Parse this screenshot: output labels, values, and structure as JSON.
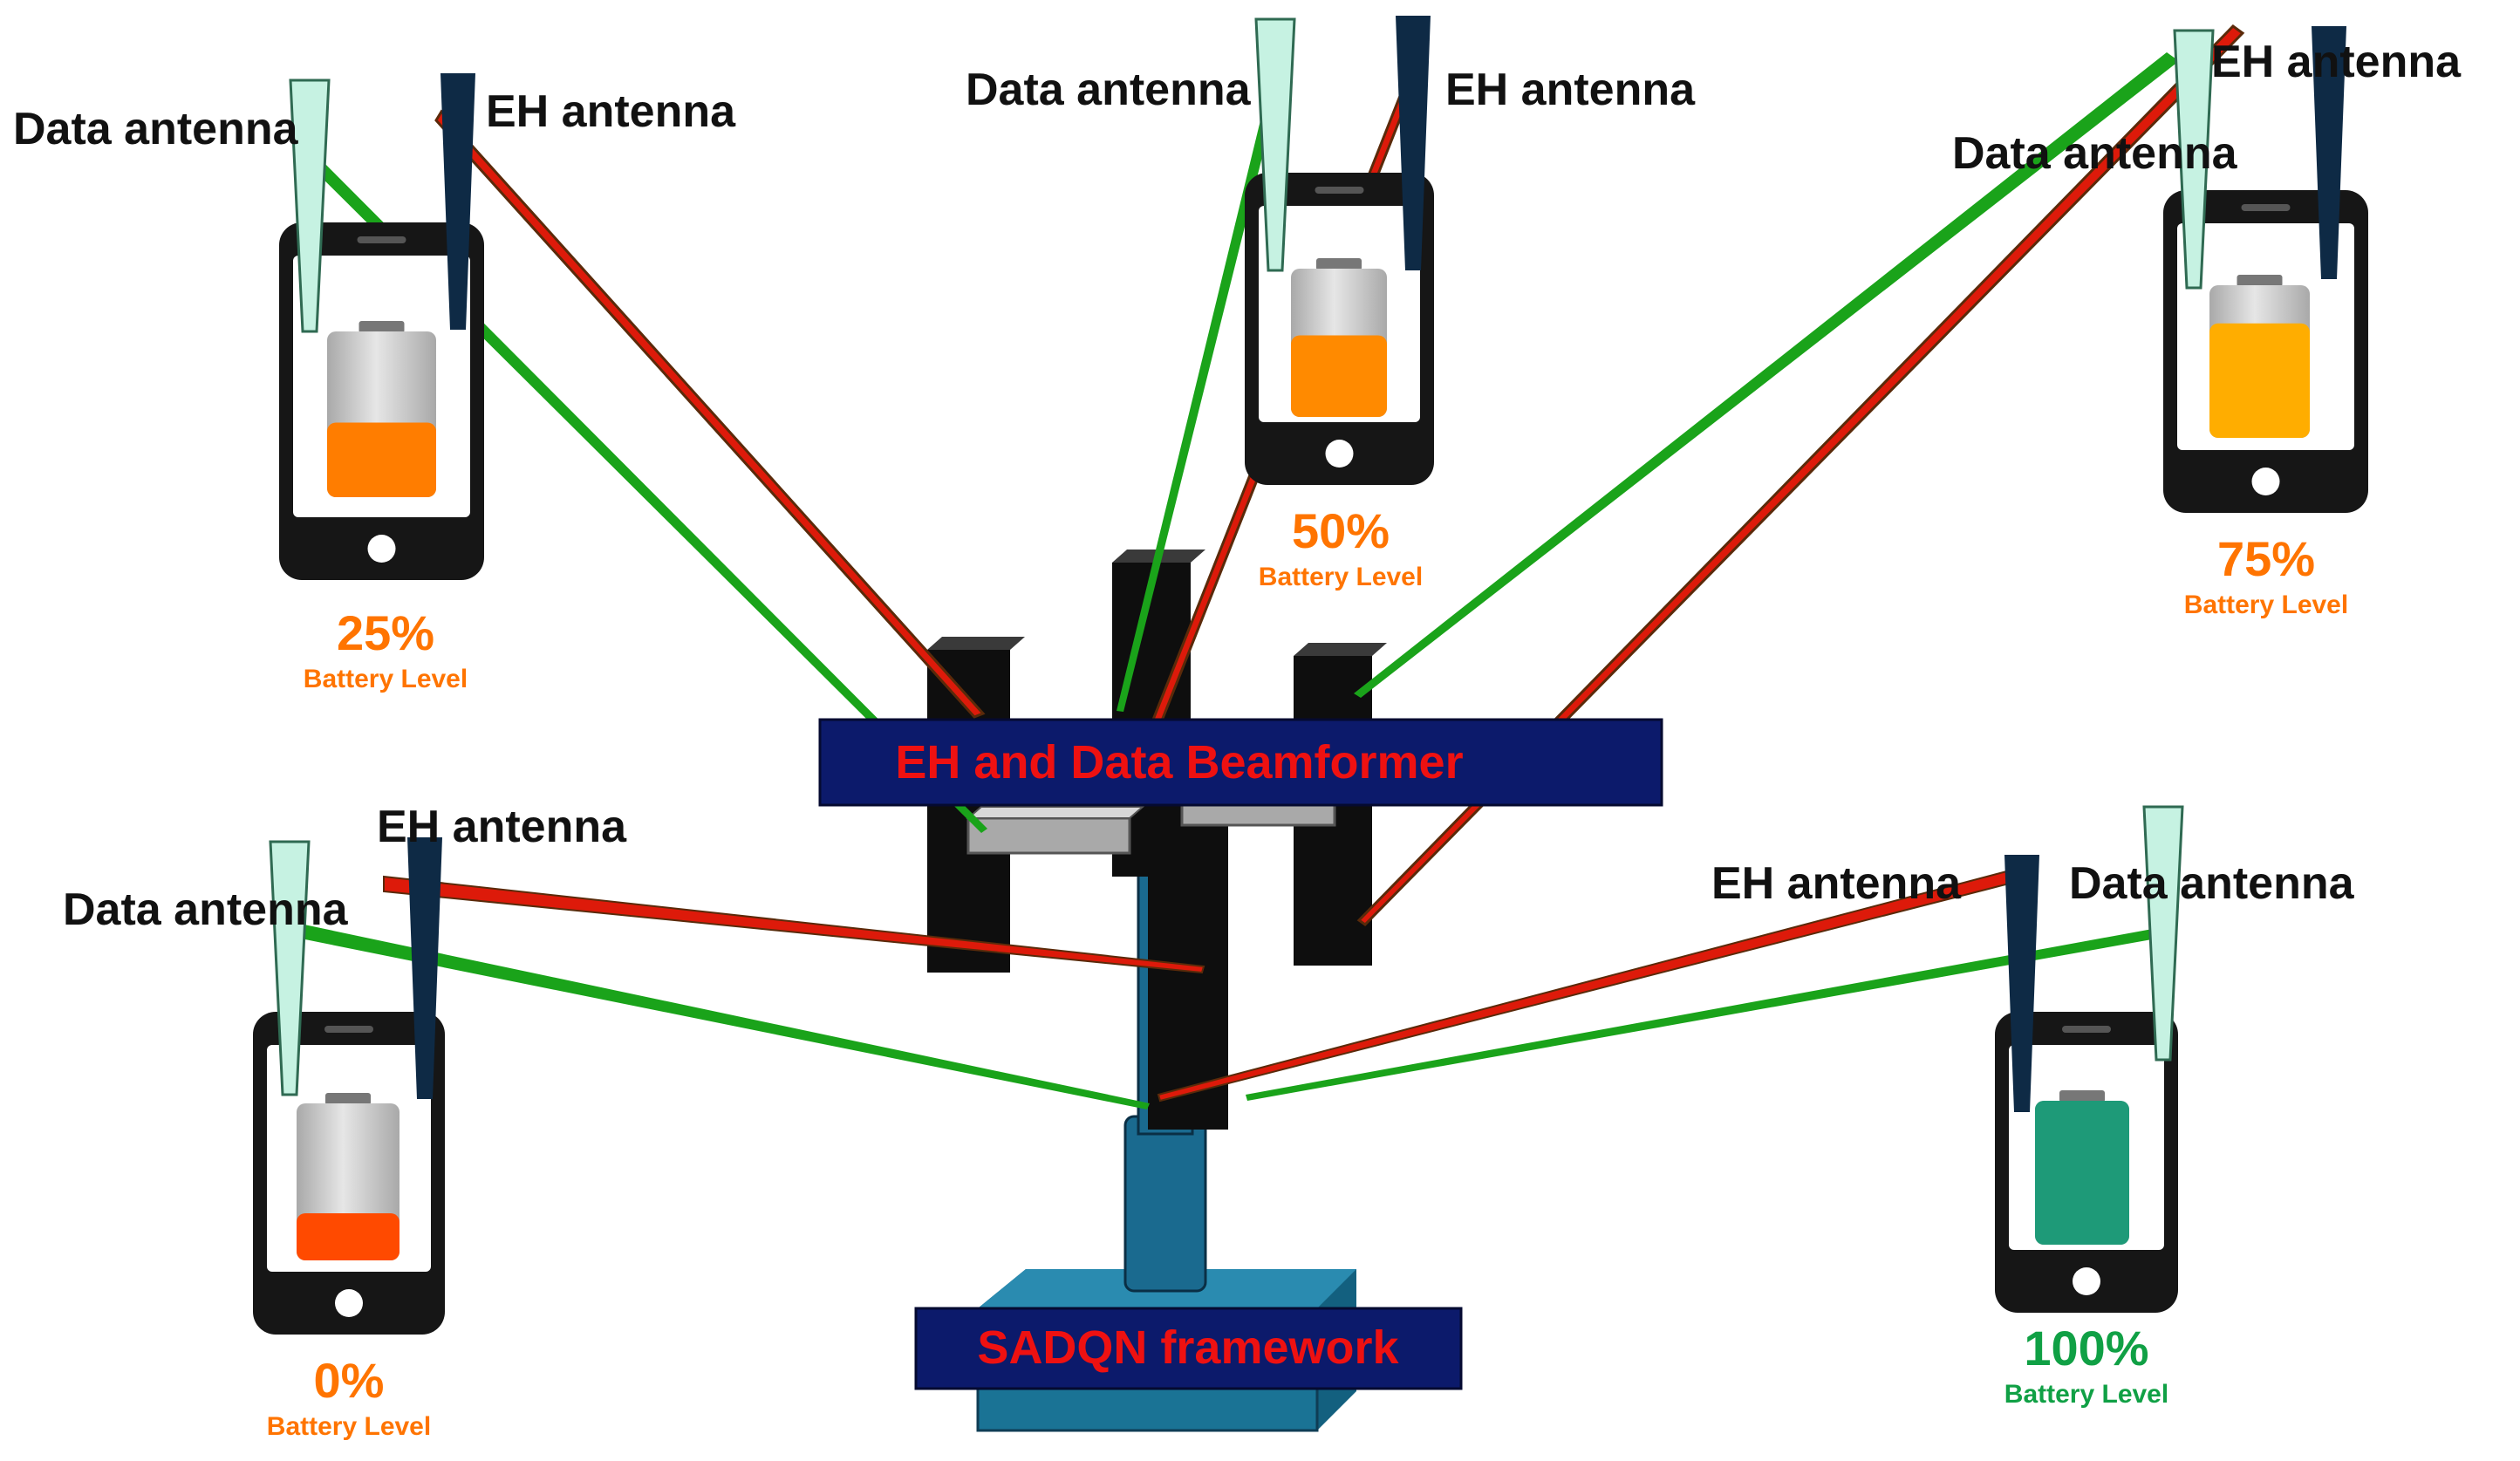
{
  "colors": {
    "eh_beam": "#dd1a0a",
    "data_beam": "#1aa31a",
    "data_antenna": "#c6f2e2",
    "eh_antenna": "#0e2a45",
    "label_box": "#0c1a6b",
    "label_text": "#ee1111",
    "tower": "#1a6a8f",
    "base": "#1a7395"
  },
  "beamformer": {
    "label": "EH and Data Beamformer"
  },
  "framework": {
    "label": "SADQN framework"
  },
  "devices": [
    {
      "id": "device-25",
      "data_antenna_label": "Data antenna",
      "eh_antenna_label": "EH antenna",
      "battery_percent": "25%",
      "battery_label": "Battery Level",
      "level": 0.45,
      "fill": "#ff7d00",
      "text_color": "#ff7400"
    },
    {
      "id": "device-50",
      "data_antenna_label": "Data antenna",
      "eh_antenna_label": "EH antenna",
      "battery_percent": "50%",
      "battery_label": "Battery Level",
      "level": 0.55,
      "fill": "#ff8a00",
      "text_color": "#ff7400"
    },
    {
      "id": "device-75",
      "data_antenna_label": "Data antenna",
      "eh_antenna_label": "EH antenna",
      "battery_percent": "75%",
      "battery_label": "Battery Level",
      "level": 0.75,
      "fill": "#ffad00",
      "text_color": "#ff7400"
    },
    {
      "id": "device-0",
      "data_antenna_label": "Data antenna",
      "eh_antenna_label": "EH antenna",
      "battery_percent": "0%",
      "battery_label": "Battery Level",
      "level": 0.3,
      "fill": "#ff4a00",
      "text_color": "#ff7400"
    },
    {
      "id": "device-100",
      "data_antenna_label": "Data antenna",
      "eh_antenna_label": "EH antenna",
      "battery_percent": "100%",
      "battery_label": "Battery Level",
      "level": 1.0,
      "fill": "#1e9a78",
      "text_color": "#10a045"
    }
  ]
}
